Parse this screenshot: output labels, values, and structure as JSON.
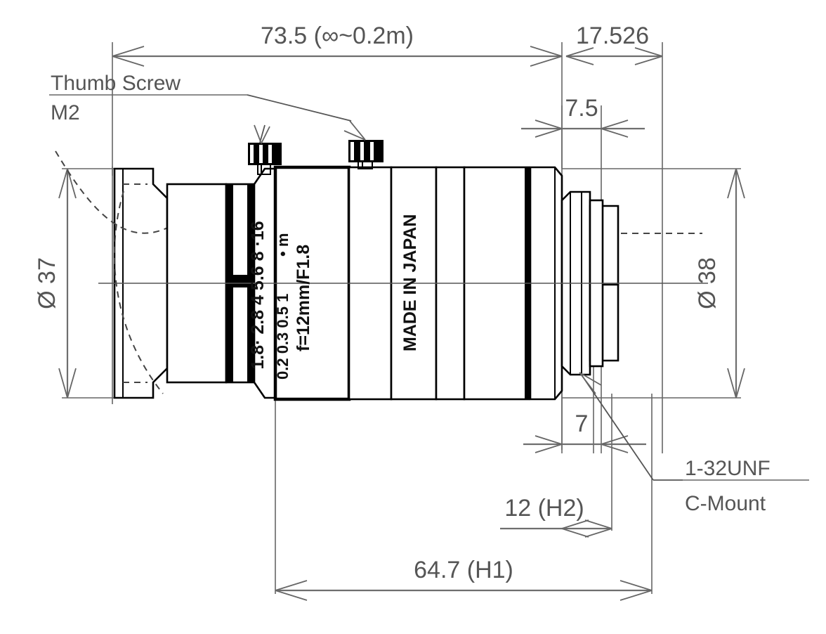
{
  "drawing": {
    "title": "Lens Outline Dimensional Drawing",
    "type": "technical-drawing",
    "units": "mm",
    "dimensions": {
      "overall_top": "73.5 (∞~0.2m)",
      "rear_section": "17.526",
      "flange_step": "7.5",
      "mount_thread_len": "7",
      "back_focal": "12 (H2)",
      "total_h1": "64.7 (H1)",
      "front_diameter": "Ø 37",
      "rear_diameter": "Ø 38"
    },
    "notes": {
      "thumb_screw": "Thumb Screw",
      "thumb_screw_size": "M2",
      "mount_thread": "1-32UNF",
      "mount_type": "C-Mount"
    },
    "barrel_markings": {
      "aperture_scale": "1.8· 2.8 4 5.6 8 ·16",
      "focus_unit": "• m",
      "focus_scale": "0.2  0.3 0.5 1",
      "spec": "f=12mm/F1.8",
      "origin": "MADE IN JAPAN"
    },
    "colors": {
      "dimension_gray": "#555555",
      "outline_black": "#000000",
      "background": "#ffffff"
    }
  }
}
